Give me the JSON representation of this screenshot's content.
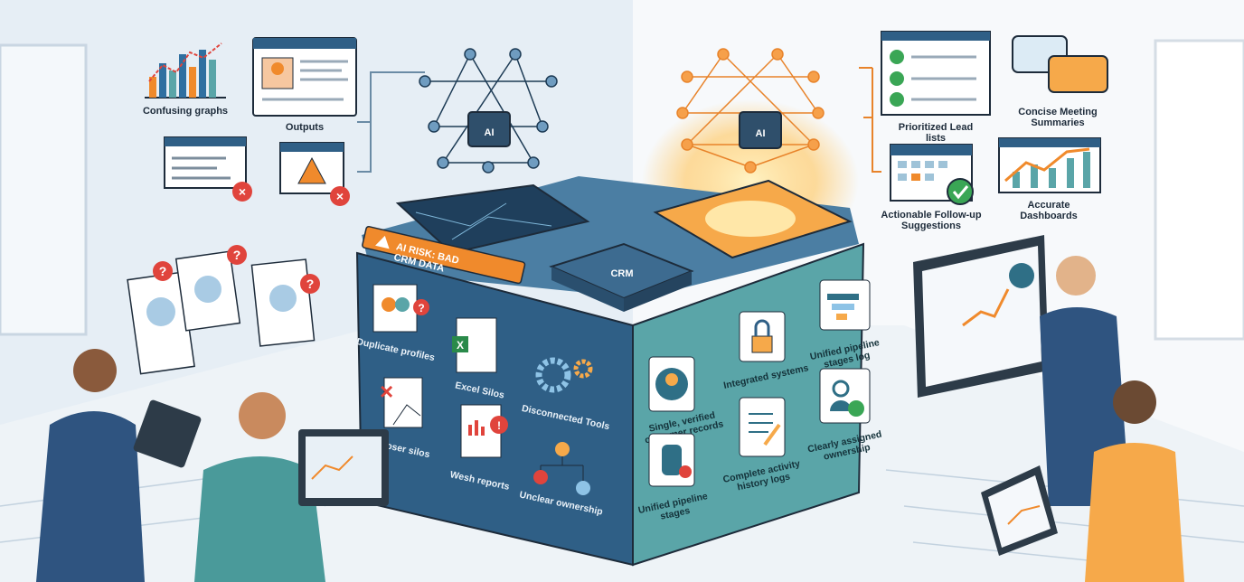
{
  "colors": {
    "left_background": "#e6eef5",
    "right_background": "#f7f9fb",
    "cube_left_face": "#2f5f86",
    "cube_right_face": "#5aa5a8",
    "warning_orange": "#f08a2c",
    "error_red": "#e0443c",
    "success_green": "#3aa655",
    "ai_glow": "#ffb347"
  },
  "left_side": {
    "ai_chip_label": "AI",
    "outputs": [
      {
        "label": "Confusing graphs",
        "icon": "bar-chart-icon"
      },
      {
        "label": "Outputs",
        "icon": "profile-window-icon"
      },
      {
        "icon": "garbled-document-error-icon"
      },
      {
        "icon": "warning-window-error-icon"
      }
    ],
    "banner": "AI RISK: BAD CRM DATA",
    "problems": [
      {
        "label": "Duplicate profiles",
        "icon": "duplicate-profile-icon"
      },
      {
        "label": "Excel Silos",
        "icon": "spreadsheet-icon"
      },
      {
        "label": "Disconnected Tools",
        "icon": "gears-icon"
      },
      {
        "label": "Broser silos",
        "icon": "broken-sheet-icon"
      },
      {
        "label": "Wesh reports",
        "icon": "report-error-icon"
      },
      {
        "label": "Unclear ownership",
        "icon": "org-chart-icon"
      }
    ]
  },
  "center": {
    "crm_label": "CRM"
  },
  "right_side": {
    "ai_chip_label": "AI",
    "outputs": [
      {
        "label": "Prioritized Lead lists",
        "icon": "checklist-icon"
      },
      {
        "label": "Concise Meeting Summaries",
        "icon": "chat-bubbles-icon"
      },
      {
        "label": "Actionable Follow-up Suggestions",
        "icon": "calendar-check-icon"
      },
      {
        "label": "Accurate Dashboards",
        "icon": "line-chart-icon"
      }
    ],
    "solutions": [
      {
        "label": "Single, verified customer records",
        "icon": "user-icon"
      },
      {
        "label": "Integrated systems",
        "icon": "lock-icon"
      },
      {
        "label": "Unified pipeline stages log",
        "icon": "pipeline-funnel-icon"
      },
      {
        "label": "Unified pipeline stages",
        "icon": "database-icon"
      },
      {
        "label": "Complete activity history logs",
        "icon": "notepad-pencil-icon"
      },
      {
        "label": "Clearly assigned ownership",
        "icon": "user-check-icon"
      }
    ]
  }
}
